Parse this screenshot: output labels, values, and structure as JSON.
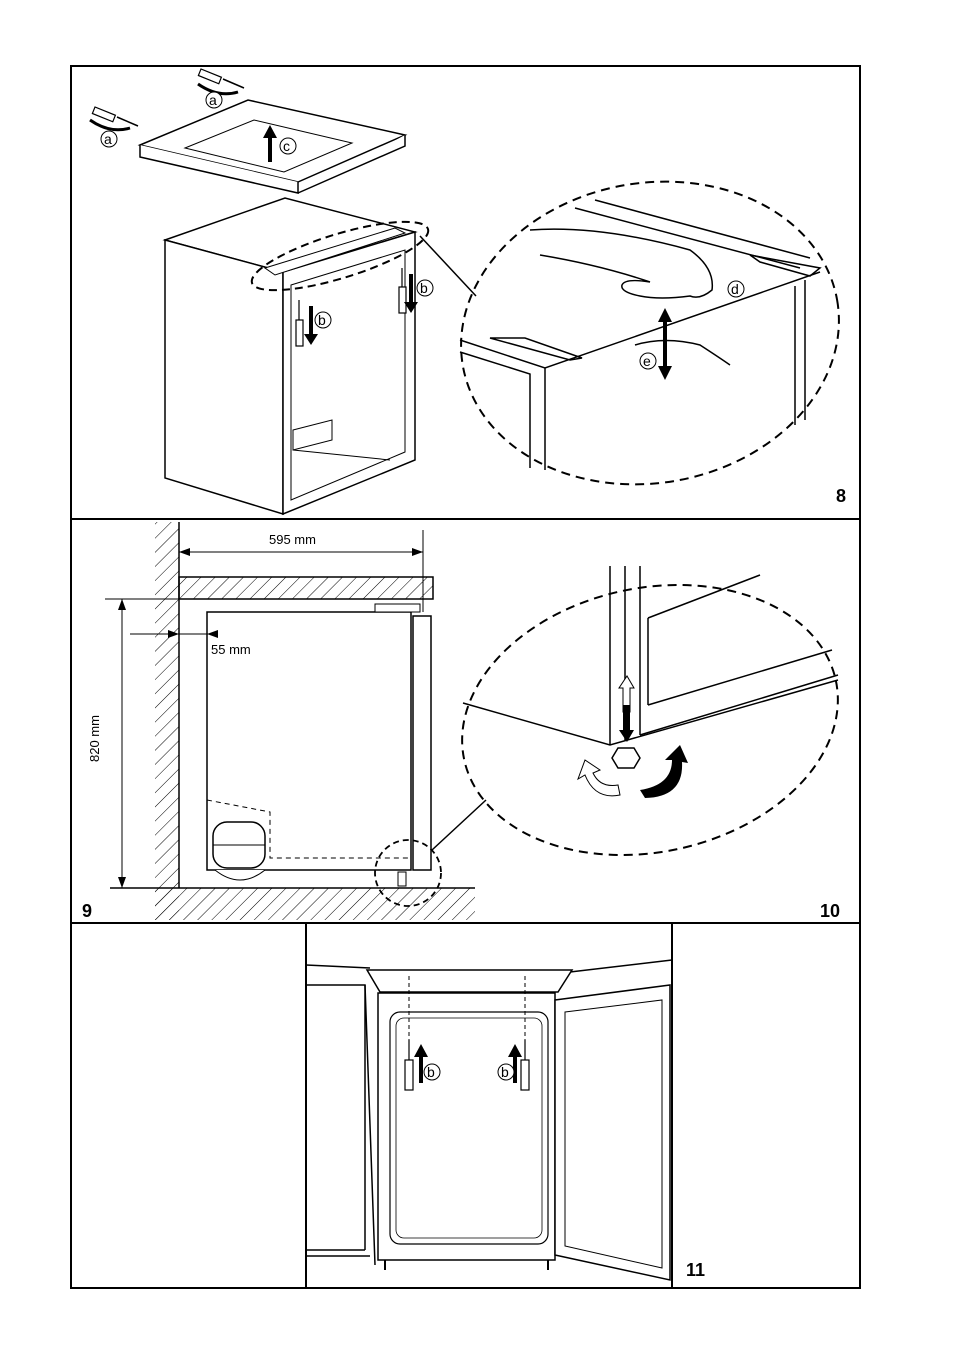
{
  "figures": [
    {
      "number": "8",
      "callouts": [
        "a",
        "a",
        "b",
        "b",
        "c",
        "d",
        "e"
      ]
    },
    {
      "number": "9",
      "dimensions": {
        "width": "595 mm",
        "height": "820 mm",
        "gap": "55 mm"
      }
    },
    {
      "number": "10"
    },
    {
      "number": "11",
      "callouts": [
        "b",
        "b"
      ]
    }
  ],
  "colors": {
    "line": "#000000",
    "background": "#ffffff",
    "hatch": "#000000"
  }
}
